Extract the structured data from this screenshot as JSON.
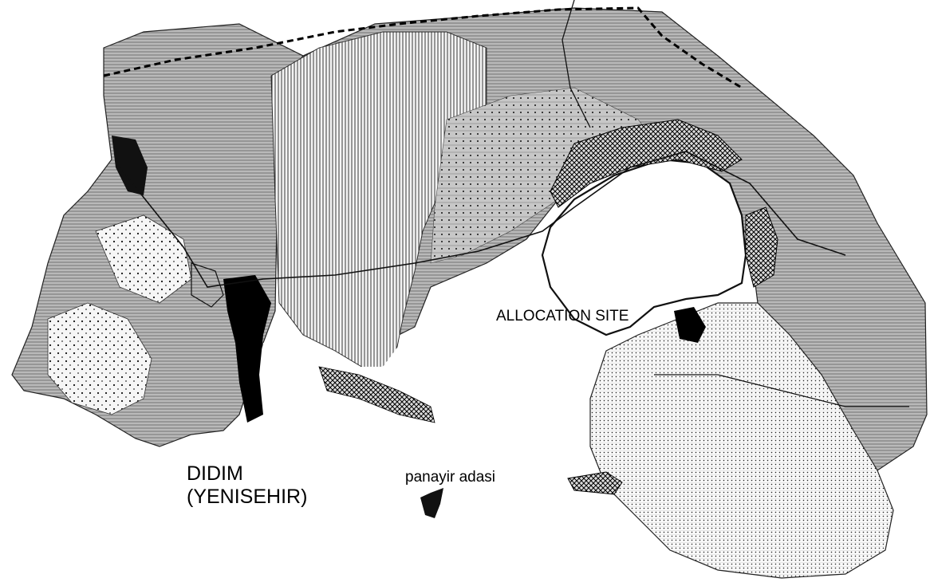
{
  "map": {
    "labels": {
      "didim_line1": "DIDIM",
      "didim_line2": "(YENISEHIR)",
      "panayir": "panayir adasi",
      "allocation": "ALLOCATION SITE"
    }
  },
  "colors": {
    "background": "#ffffff",
    "ink": "#000000",
    "grey_fill": "#a9a9a9",
    "light_fill": "#e6e6e6"
  },
  "legend_patterns": [
    "horizontal-hatch",
    "vertical-hatch",
    "dotted",
    "solid-black",
    "cross-hatch"
  ]
}
